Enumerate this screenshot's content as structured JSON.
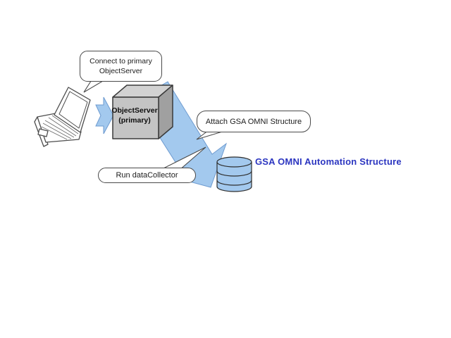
{
  "diagram": {
    "background": "#ffffff",
    "callout_connect": {
      "line1": "Connect to primary",
      "line2": "ObjectServer"
    },
    "callout_attach": {
      "text": "Attach GSA OMNI Structure"
    },
    "callout_run": {
      "text": "Run dataCollector"
    },
    "server_cube": {
      "line1": "ObjectServer",
      "line2": "(primary)"
    },
    "database_title": {
      "text": "GSA OMNI Automation Structure",
      "color": "#2b35c0"
    },
    "icons": {
      "laptop": "laptop-icon",
      "server": "cube-icon",
      "database": "database-cylinder-icon",
      "small_flow": "block-arrow-right-icon",
      "large_flow": "block-arrow-diagonal-icon"
    },
    "colors": {
      "flow_arrow_fill": "#a3c9ee",
      "flow_arrow_stroke": "#6e9bd0",
      "cube_front": "#c4c4c4",
      "cube_top": "#d2d2d2",
      "cube_side": "#a0a0a0",
      "cube_outline": "#3a3a3a",
      "database_fill": "#a3c9ee",
      "callout_outline": "#4a4a4a",
      "title_blue": "#2b35c0"
    }
  }
}
